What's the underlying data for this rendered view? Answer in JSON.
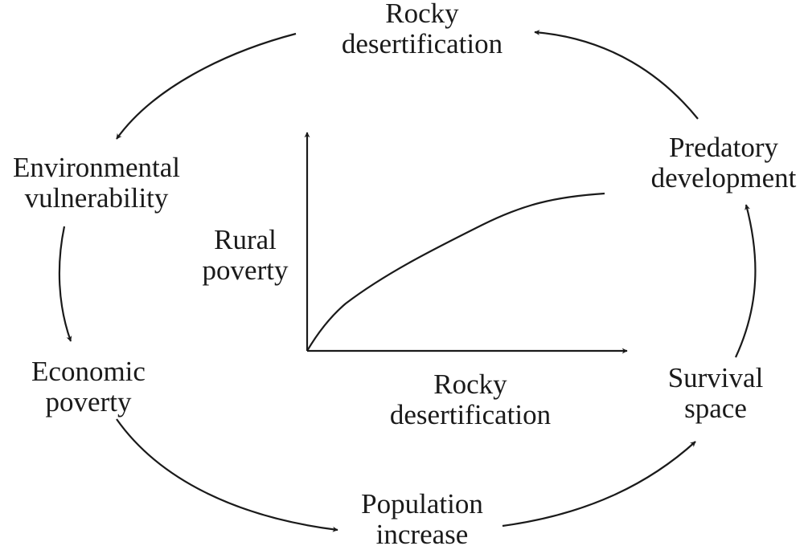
{
  "nodes": {
    "rocky_desertification_top": {
      "line1": "Rocky",
      "line2": "desertification"
    },
    "environmental_vulnerability": {
      "line1": "Environmental",
      "line2": "vulnerability"
    },
    "economic_poverty": {
      "line1": "Economic",
      "line2": "poverty"
    },
    "population_increase": {
      "line1": "Population",
      "line2": "increase"
    },
    "survival_space": {
      "line1": "Survival",
      "line2": "space"
    },
    "predatory_development": {
      "line1": "Predatory",
      "line2": "development"
    }
  },
  "graph": {
    "y_label": {
      "line1": "Rural",
      "line2": "poverty"
    },
    "x_label": {
      "line1": "Rocky",
      "line2": "desertification"
    }
  }
}
